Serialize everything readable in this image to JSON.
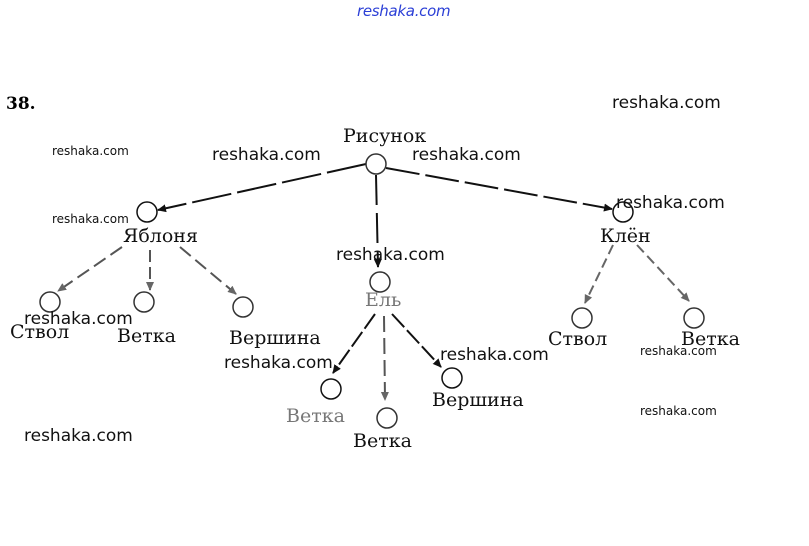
{
  "watermark_top": "reshaka.com",
  "task_number": "38.",
  "watermarks": [
    {
      "text": "reshaka.com",
      "size": "lg"
    },
    {
      "text": "reshaka.com",
      "size": "sm"
    },
    {
      "text": "reshaka.com",
      "size": "lg"
    },
    {
      "text": "reshaka.com",
      "size": "lg"
    },
    {
      "text": "reshaka.com",
      "size": "lg"
    },
    {
      "text": "reshaka.com",
      "size": "sm"
    },
    {
      "text": "reshaka.com",
      "size": "lg"
    },
    {
      "text": "reshaka.com",
      "size": "lg"
    },
    {
      "text": "reshaka.com",
      "size": "lg"
    },
    {
      "text": "reshaka.com",
      "size": "lg"
    },
    {
      "text": "reshaka.com",
      "size": "sm"
    },
    {
      "text": "reshaka.com",
      "size": "lg"
    },
    {
      "text": "reshaka.com",
      "size": "sm"
    }
  ],
  "tree": {
    "root": "Рисунок",
    "branches": [
      {
        "label": "Яблоня",
        "children": [
          "Ствол",
          "Ветка",
          "Вершина"
        ]
      },
      {
        "label": "Ель",
        "children": [
          "Ветка",
          "Ветка",
          "Вершина"
        ]
      },
      {
        "label": "Клён",
        "children": [
          "Ствол",
          "Ветка"
        ]
      }
    ]
  }
}
